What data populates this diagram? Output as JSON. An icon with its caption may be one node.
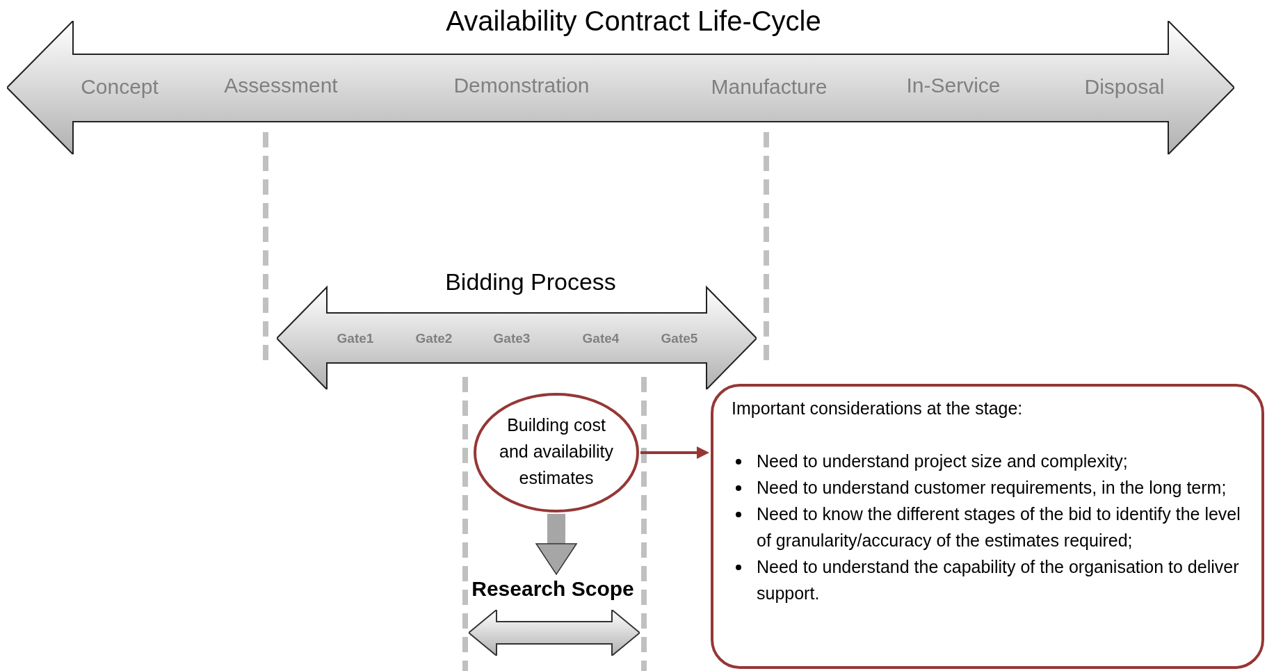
{
  "diagram": {
    "title": "Availability Contract Life-Cycle",
    "nodes": [
      {
        "text": [
          "Concept",
          "Assessment",
          "Demonstration",
          "Manufacture",
          "In-Service",
          "Disposal"
        ]
      },
      {
        "text": [
          "Bidding Process",
          "Gate1",
          "Gate2",
          "Gate3",
          "Gate4",
          "Gate5"
        ]
      },
      {
        "text": [
          "Building cost and availability estimates"
        ]
      },
      {
        "text": [
          "Research Scope"
        ]
      },
      {
        "text": [
          "Important considerations at the stage:",
          "Need to understand project size and complexity;",
          "Need to understand customer requirements, in the long term;",
          "Need to know the different stages of the bid to identify the level of granularity/accuracy of the estimates required;",
          "Need to understand the capability of the organisation to deliver support."
        ]
      },
      {
        "text": [],
        "shape": "arrow"
      }
    ],
    "edges": [
      {
        "from": 2,
        "to": 3,
        "arrow": "to",
        "style": "thick",
        "color": "#a6a6a6"
      },
      {
        "from": 2,
        "to": 4,
        "arrow": "to",
        "color": "#953735"
      }
    ]
  }
}
